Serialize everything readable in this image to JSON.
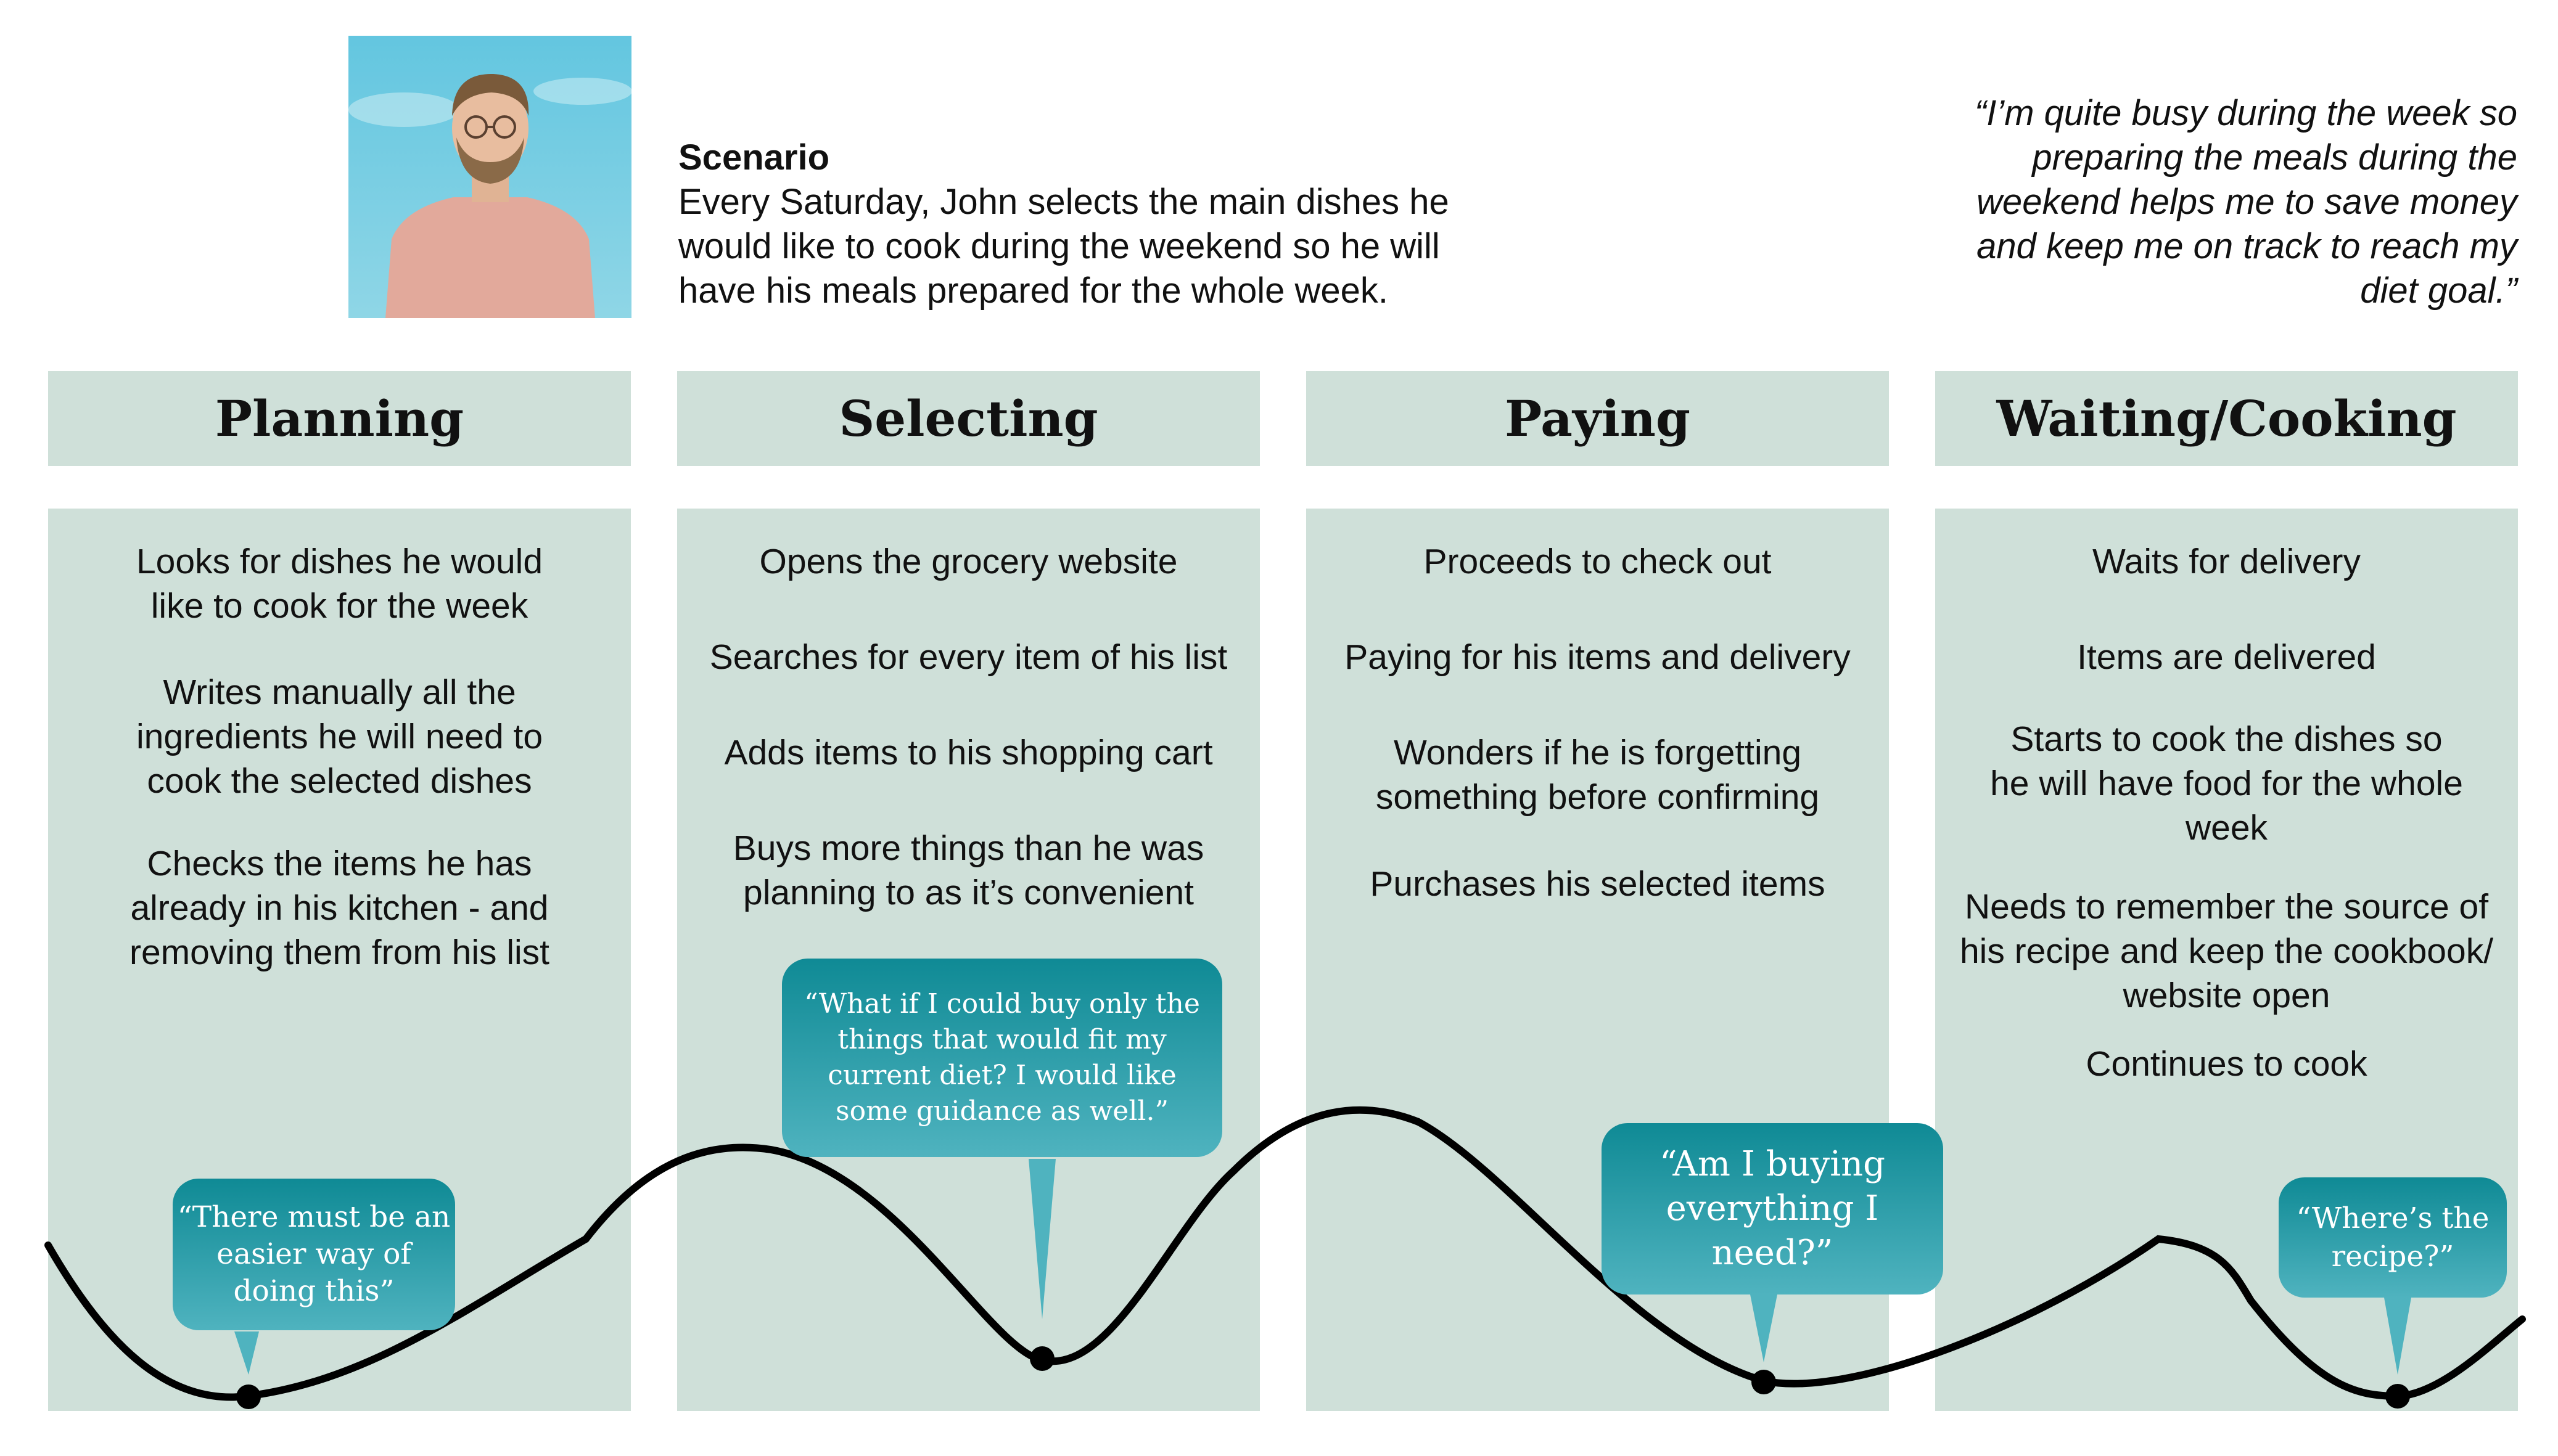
{
  "persona": {
    "photo_icon": "person-photo",
    "scenario_title": "Scenario",
    "scenario_lines": [
      "Every Saturday, John selects the main dishes he",
      "would like to cook during the weekend so he will",
      "have his meals prepared for the whole week."
    ],
    "quote_lines": [
      "“I’m quite busy during the week so",
      "preparing the meals during the",
      "weekend helps me to save money",
      "and keep me on track to reach my",
      "diet goal.”"
    ]
  },
  "stages": [
    {
      "title": "Planning",
      "steps": [
        [
          "Looks for dishes he would",
          "like to cook for the week"
        ],
        [
          "Writes manually all the",
          "ingredients he will need to",
          "cook the selected dishes"
        ],
        [
          "Checks the items he has",
          "already in his kitchen - and",
          "removing them from his list"
        ]
      ]
    },
    {
      "title": "Selecting",
      "steps": [
        [
          "Opens the grocery website"
        ],
        [
          "Searches for every item of his list"
        ],
        [
          "Adds items to his shopping cart"
        ],
        [
          "Buys more things than he was",
          "planning to as it’s convenient"
        ]
      ]
    },
    {
      "title": "Paying",
      "steps": [
        [
          "Proceeds to check out"
        ],
        [
          "Paying for his items and delivery"
        ],
        [
          "Wonders if he is forgetting",
          "something before confirming"
        ],
        [
          "Purchases his selected items"
        ]
      ]
    },
    {
      "title": "Waiting/Cooking",
      "steps": [
        [
          "Waits for delivery"
        ],
        [
          "Items are delivered"
        ],
        [
          "Starts to cook the dishes so",
          "he will have food for the whole",
          "week"
        ],
        [
          "Needs to remember the source of",
          "his recipe and keep the cookbook/",
          "website open"
        ],
        [
          "Continues to cook"
        ]
      ]
    }
  ],
  "thoughts": [
    [
      "“There must be an",
      "easier way of",
      "doing this”"
    ],
    [
      "“What if I could buy only the",
      "things that would fit my",
      "current diet? I would like",
      "some guidance as well.”"
    ],
    [
      "“Am I buying",
      "everything I",
      "need?”"
    ],
    [
      "“Where’s the",
      "recipe?”"
    ]
  ],
  "colors": {
    "panel": "#cfe0d9",
    "bubble_top": "#0f8a95",
    "bubble_bottom": "#4fb3bf",
    "curve": "#000000"
  }
}
